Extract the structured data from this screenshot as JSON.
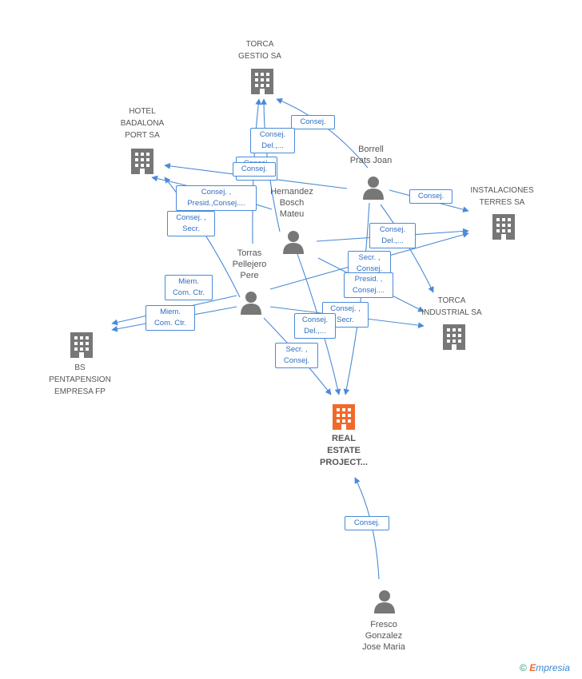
{
  "colors": {
    "edge": "#4a8ad8",
    "node_gray": "#777777",
    "node_focus": "#f06a2a",
    "label_text": "#555555",
    "rel_text": "#2f6fc2"
  },
  "nodes": {
    "torca_gestio": {
      "label": "TORCA\nGESTIO SA",
      "icon": "building-icon"
    },
    "hotel_badalona": {
      "label": "HOTEL\nBADALONA\nPORT SA",
      "icon": "building-icon"
    },
    "instalaciones_terres": {
      "label": "INSTALACIONES\nTERRES SA",
      "icon": "building-icon"
    },
    "torca_industrial": {
      "label": "TORCA\nINDUSTRIAL SA",
      "icon": "building-icon"
    },
    "bs_pentapension": {
      "label": "BS\nPENTAPENSION\nEMPRESA FP",
      "icon": "building-icon"
    },
    "real_estate": {
      "label": "REAL\nESTATE\nPROJECT...",
      "icon": "building-icon"
    },
    "borrell": {
      "label": "Borrell\nPrats Joan",
      "icon": "person-icon"
    },
    "hernandez": {
      "label": "Hernandez\nBosch\nMateu",
      "icon": "person-icon"
    },
    "torras": {
      "label": "Torras\nPellejero\nPere",
      "icon": "person-icon"
    },
    "fresco": {
      "label": "Fresco\nGonzalez\nJose Maria",
      "icon": "person-icon"
    }
  },
  "relations": [
    "Consej.",
    "Consej.\nDel.,...",
    "Consej.",
    "Consej.",
    "Consej. ,\nPresid.,Consej....",
    "Consej. ,\nSecr.",
    "Consej.",
    "Consej.\nDel.,...",
    "Secr. ,\nConsej.",
    "Presid. ,\nConsej....",
    "Miem.\nCom. Ctr.",
    "Miem.\nCom. Ctr.",
    "Consej. ,\nSecr.",
    "Consej.\nDel.,...",
    "Secr. ,\nConsej.",
    "Consej."
  ],
  "footer": {
    "copyright": "©",
    "brand_e": "E",
    "brand_rest": "mpresia"
  }
}
